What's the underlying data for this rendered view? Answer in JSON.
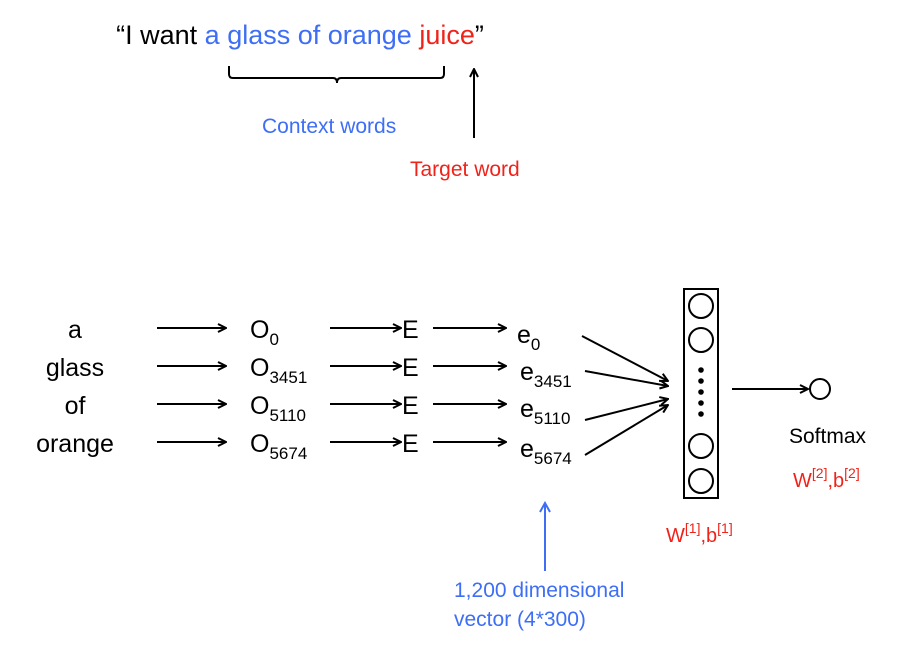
{
  "sentence": {
    "open_quote": "“",
    "prefix": "I want ",
    "context": "a glass of orange",
    "space": " ",
    "target": "juice",
    "close_quote": "”"
  },
  "labels": {
    "context_words": "Context words",
    "target_word": "Target word",
    "dims_line1": "1,200 dimensional",
    "dims_line2": "vector (4*300)",
    "softmax": "Softmax"
  },
  "words": [
    "a",
    "glass",
    "of",
    "orange"
  ],
  "onehot": {
    "letter": "O",
    "subscripts": [
      "0",
      "3451",
      "5110",
      "5674"
    ]
  },
  "embedding_matrix": "E",
  "embeddings": {
    "letter": "e",
    "subscripts": [
      "0",
      "3451",
      "5110",
      "5674"
    ]
  },
  "hidden_params": {
    "w": "W",
    "w_sup": "[1]",
    "sep": ",b",
    "b_sup": "[1]"
  },
  "softmax_params": {
    "w": "W",
    "w_sup": "[2]",
    "sep": ",b",
    "b_sup": "[2]"
  },
  "colors": {
    "context": "#3d6ef5",
    "target": "#f0231b",
    "text": "#000000"
  }
}
